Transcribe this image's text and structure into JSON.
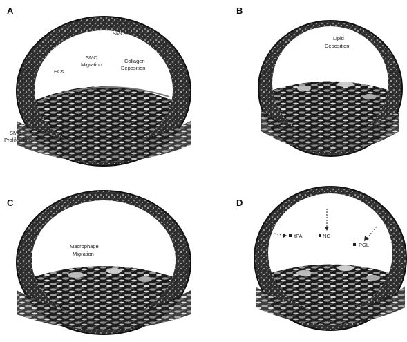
{
  "panels": [
    {
      "letter": "A",
      "labels": {
        "smcs": "SMCs",
        "smc_migration_1": "SMC",
        "smc_migration_2": "Migration",
        "collagen_1": "Collagen",
        "collagen_2": "Deposition",
        "ecs": "ECs",
        "smc_prolif_1": "SMC",
        "smc_prolif_2": "Proliferation"
      }
    },
    {
      "letter": "B",
      "labels": {
        "lipid_1": "Lipid",
        "lipid_2": "Deposition"
      }
    },
    {
      "letter": "C",
      "labels": {
        "macrophage_1": "Macrophage",
        "macrophage_2": "Migration"
      }
    },
    {
      "letter": "D",
      "labels": {
        "tpa": "tPA",
        "nc": "NC",
        "pgl": "PGL"
      }
    }
  ],
  "colors": {
    "wall": "#3a3a3a",
    "wall_dark": "#1a1a1a",
    "lumen": "#ffffff",
    "plaque": "#555555"
  }
}
